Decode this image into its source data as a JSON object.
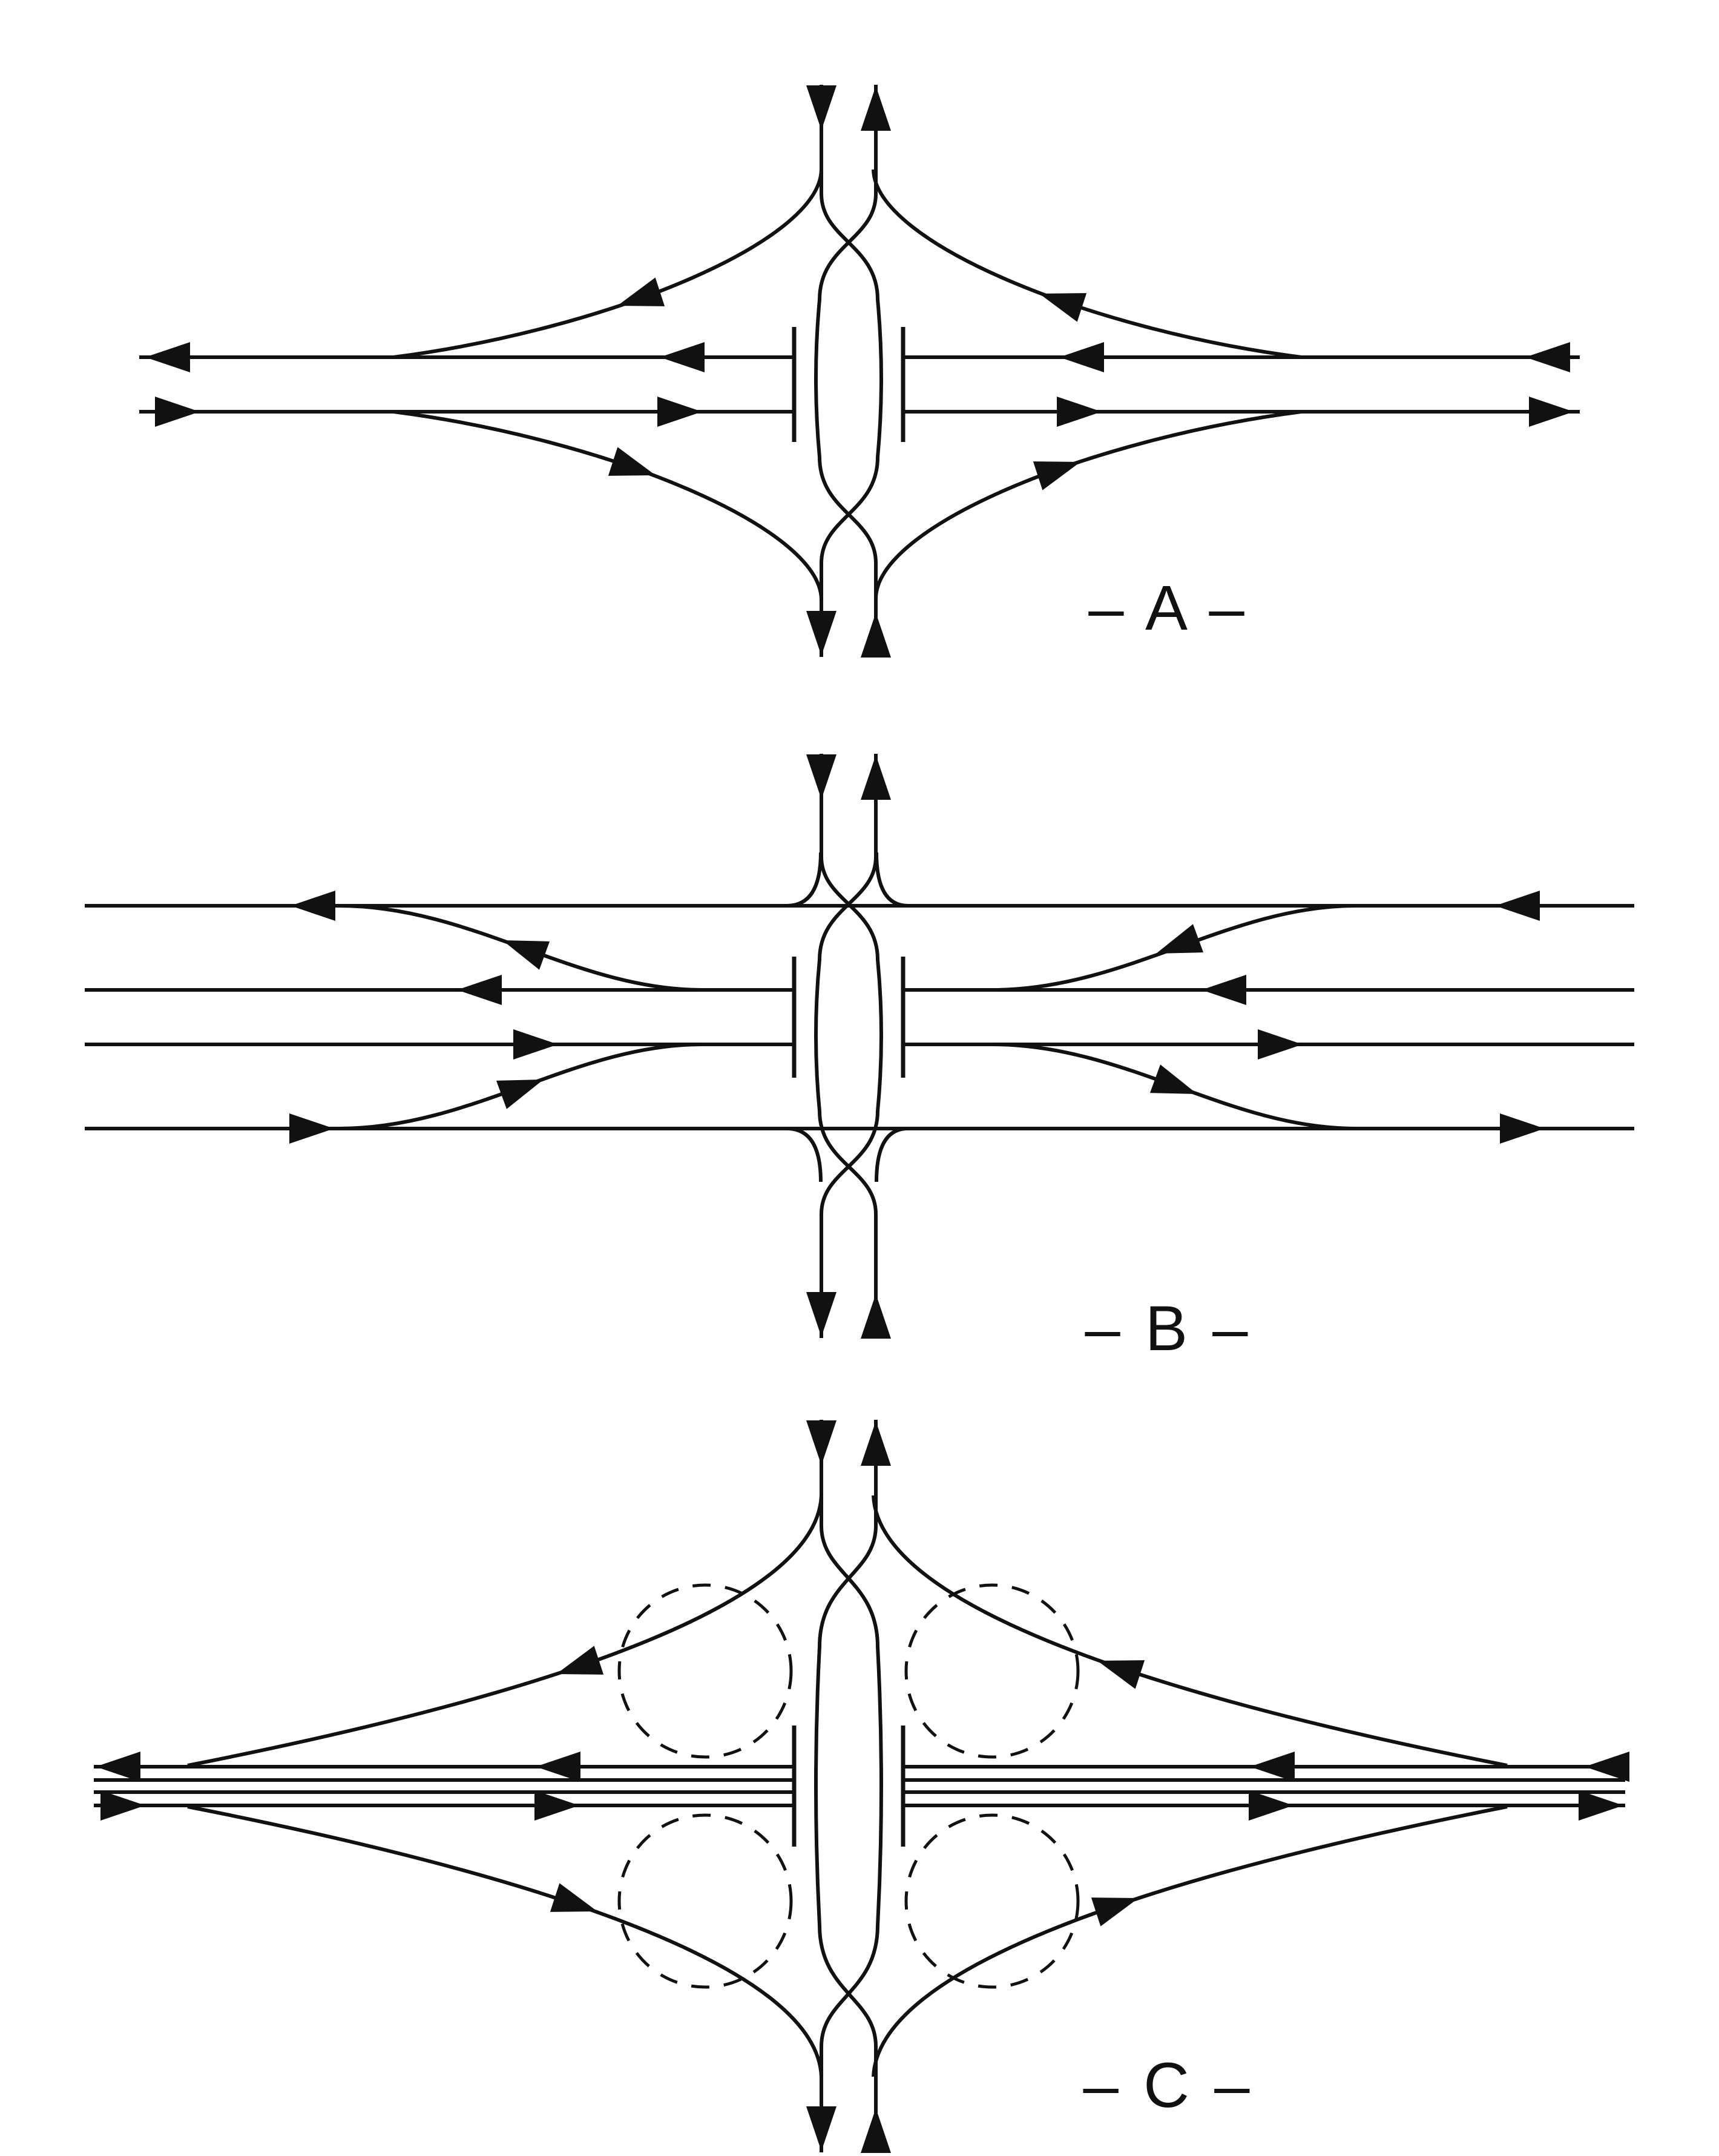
{
  "page": {
    "background": "#ffffff",
    "ink": "#111111",
    "description_labels_only": true
  },
  "diagrams": [
    {
      "id": "A",
      "label": "– A –"
    },
    {
      "id": "B",
      "label": "– B –"
    },
    {
      "id": "C",
      "label": "– C –"
    }
  ]
}
